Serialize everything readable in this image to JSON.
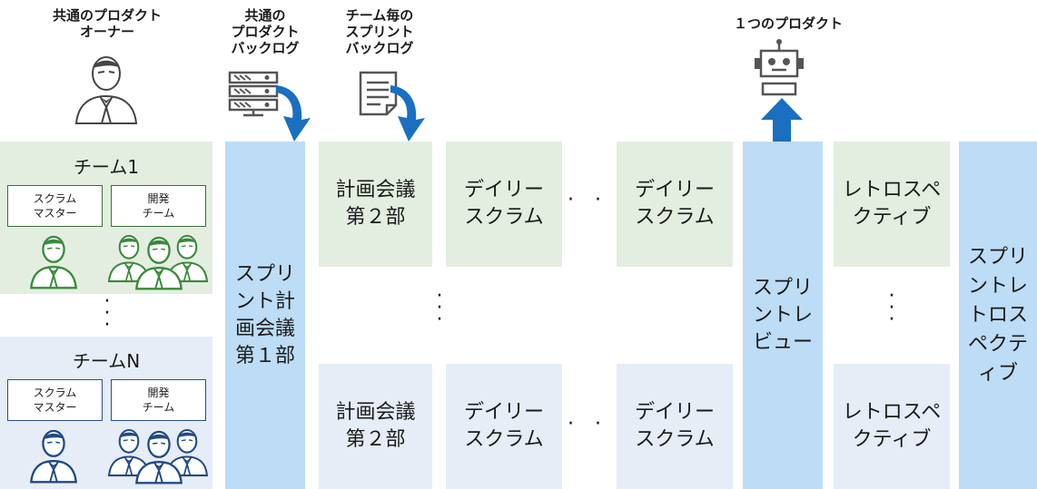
{
  "headers": {
    "product_owner": "共通のプロダクト\nオーナー",
    "common_backlog": "共通の\nプロダクト\nバックログ",
    "team_backlog": "チーム毎の\nスプリント\nバックログ",
    "one_product": "１つのプロダクト"
  },
  "teams": [
    {
      "title": "チーム1",
      "scrum_master": "スクラム\nマスター",
      "dev_team": "開発\nチーム",
      "color": "#3a8a3a"
    },
    {
      "title": "チームN",
      "scrum_master": "スクラム\nマスター",
      "dev_team": "開発\nチーム",
      "color": "#1f4a82"
    }
  ],
  "columns": {
    "sprint_planning_1": "スプリ\nント計\n画会議\n第１部",
    "planning_2_top": "計画会議\n第２部",
    "daily_top_a": "デイリー\nスクラム",
    "daily_top_b": "デイリー\nスクラム",
    "planning_2_bottom": "計画会議\n第２部",
    "daily_bottom_a": "デイリー\nスクラム",
    "daily_bottom_b": "デイリー\nスクラム",
    "sprint_review": "スプリ\nントレ\nビュー",
    "retro_top": "レトロスペ\nクティブ",
    "retro_bottom": "レトロスペ\nクティブ",
    "sprint_retrospective": "スプリ\nントレ\nトロス\nペクテ\nィブ"
  },
  "colors": {
    "green_panel": "#e3eee1",
    "blue_panel": "#e6edf7",
    "column_blue": "#bddcf5",
    "arrow_blue": "#1a6fc0",
    "icon_gray": "#555555"
  }
}
